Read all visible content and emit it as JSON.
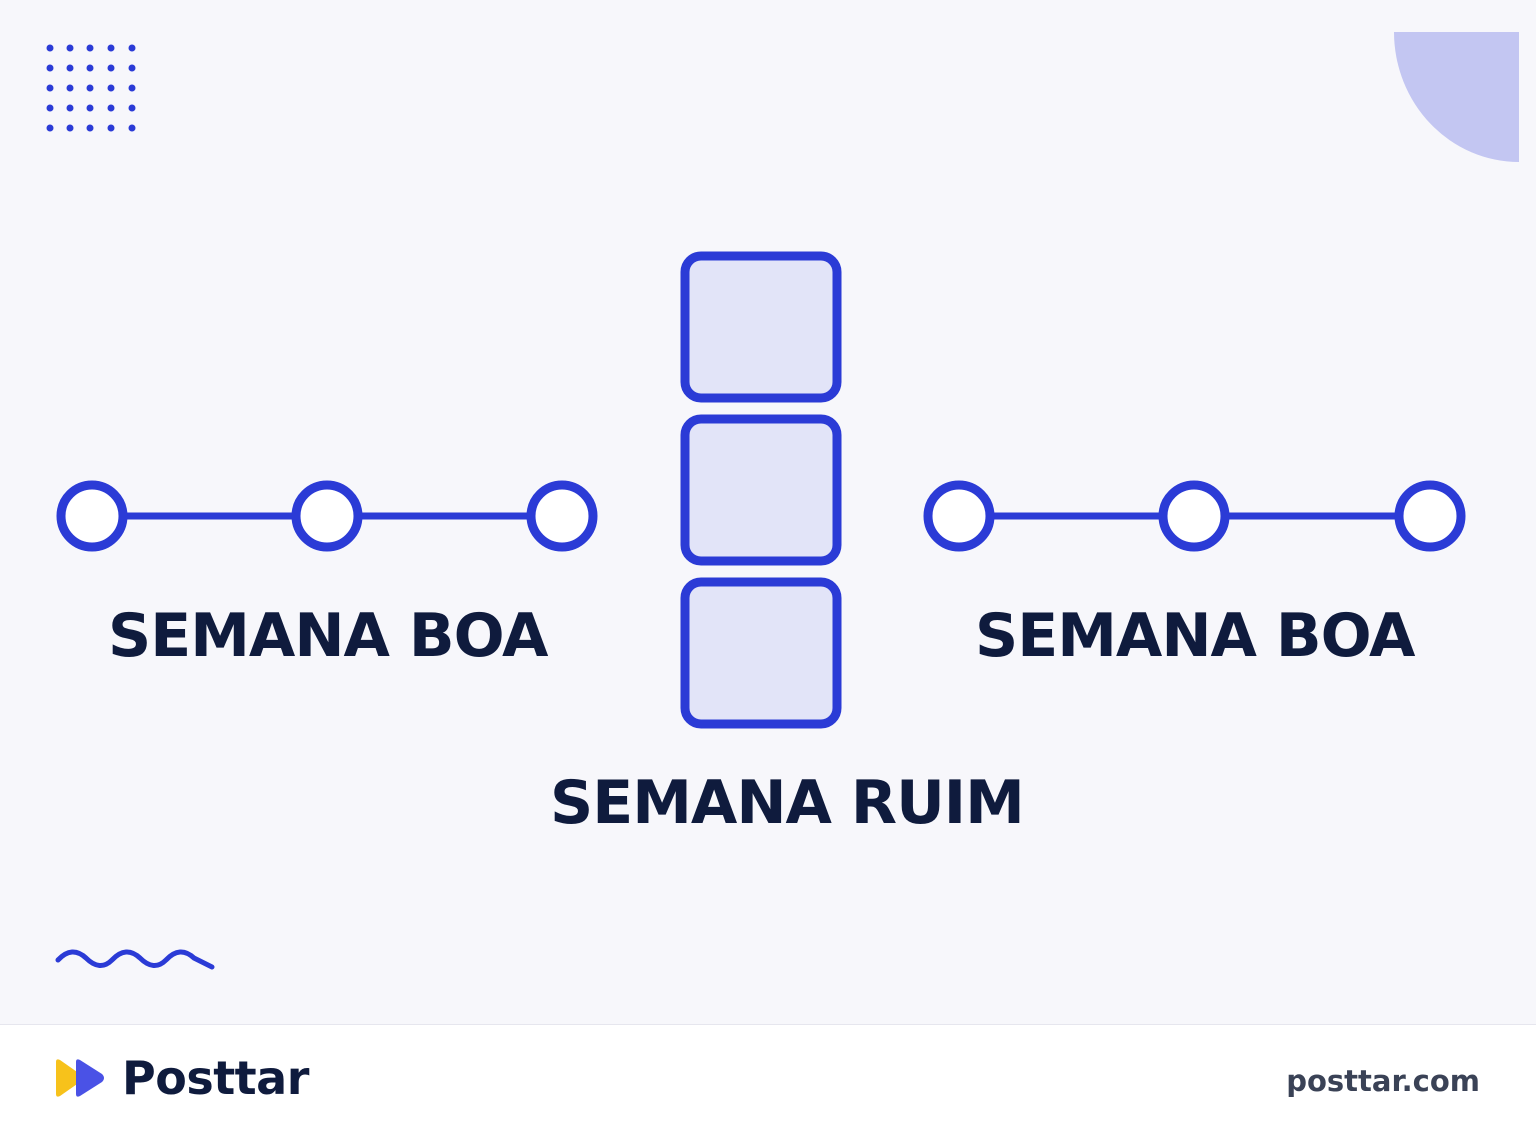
{
  "diagram": {
    "left_label": "SEMANA BOA",
    "center_label": "SEMANA RUIM",
    "right_label": "SEMANA BOA",
    "colors": {
      "accent": "#2b3bd6",
      "block_fill": "#e2e4f8",
      "text": "#0f1b3d",
      "quarter_circle": "#c3c6f2"
    }
  },
  "footer": {
    "brand_name": "Posttar",
    "brand_icon": "play-forward-icon",
    "site_url": "posttar.com"
  }
}
